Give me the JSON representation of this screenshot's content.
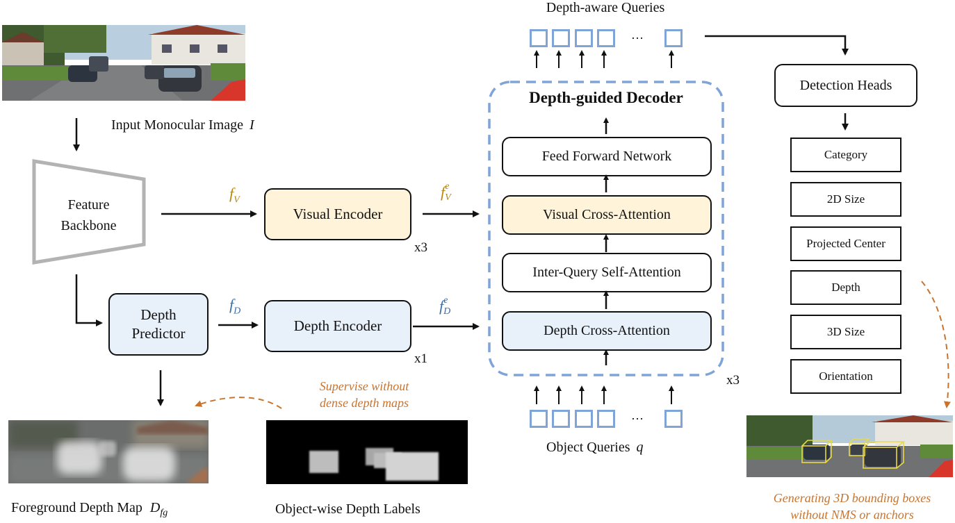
{
  "input_image": {
    "label": "Input Monocular Image",
    "symbol": "I"
  },
  "backbone": {
    "line1": "Feature",
    "line2": "Backbone"
  },
  "visual_branch": {
    "feature": "f",
    "feature_sub": "V",
    "encoder": "Visual Encoder",
    "repeat": "x3",
    "enc_feature": "f",
    "enc_sub": "V",
    "enc_sup": "e"
  },
  "depth_branch": {
    "predictor_line1": "Depth",
    "predictor_line2": "Predictor",
    "feature": "f",
    "feature_sub": "D",
    "encoder": "Depth Encoder",
    "repeat": "x1",
    "enc_feature": "f",
    "enc_sub": "D",
    "enc_sup": "e"
  },
  "decoder": {
    "title": "Depth-guided Decoder",
    "layers": [
      "Feed Forward Network",
      "Visual Cross-Attention",
      "Inter-Query Self-Attention",
      "Depth Cross-Attention"
    ],
    "repeat": "x3"
  },
  "queries": {
    "top_label": "Depth-aware Queries",
    "bottom_label": "Object Queries",
    "bottom_symbol": "q",
    "ellipsis": "…"
  },
  "heads": {
    "title": "Detection Heads",
    "outputs": [
      "Category",
      "2D Size",
      "Projected Center",
      "Depth",
      "3D Size",
      "Orientation"
    ]
  },
  "depth_maps": {
    "foreground_label": "Foreground Depth Map",
    "foreground_symbol": "D",
    "foreground_sub": "fg",
    "labels_caption": "Object-wise Depth Labels",
    "supervise_line1": "Supervise without",
    "supervise_line2": "dense depth maps"
  },
  "output_note": {
    "line1": "Generating 3D bounding boxes",
    "line2": "without NMS or anchors"
  },
  "colors": {
    "visual_fill": "#fff4d9",
    "visual_text": "#b8860b",
    "depth_fill": "#e8f0fa",
    "depth_text": "#3b6ea5",
    "query_blue": "#7ea4d8",
    "annotation_orange": "#c8742e"
  }
}
